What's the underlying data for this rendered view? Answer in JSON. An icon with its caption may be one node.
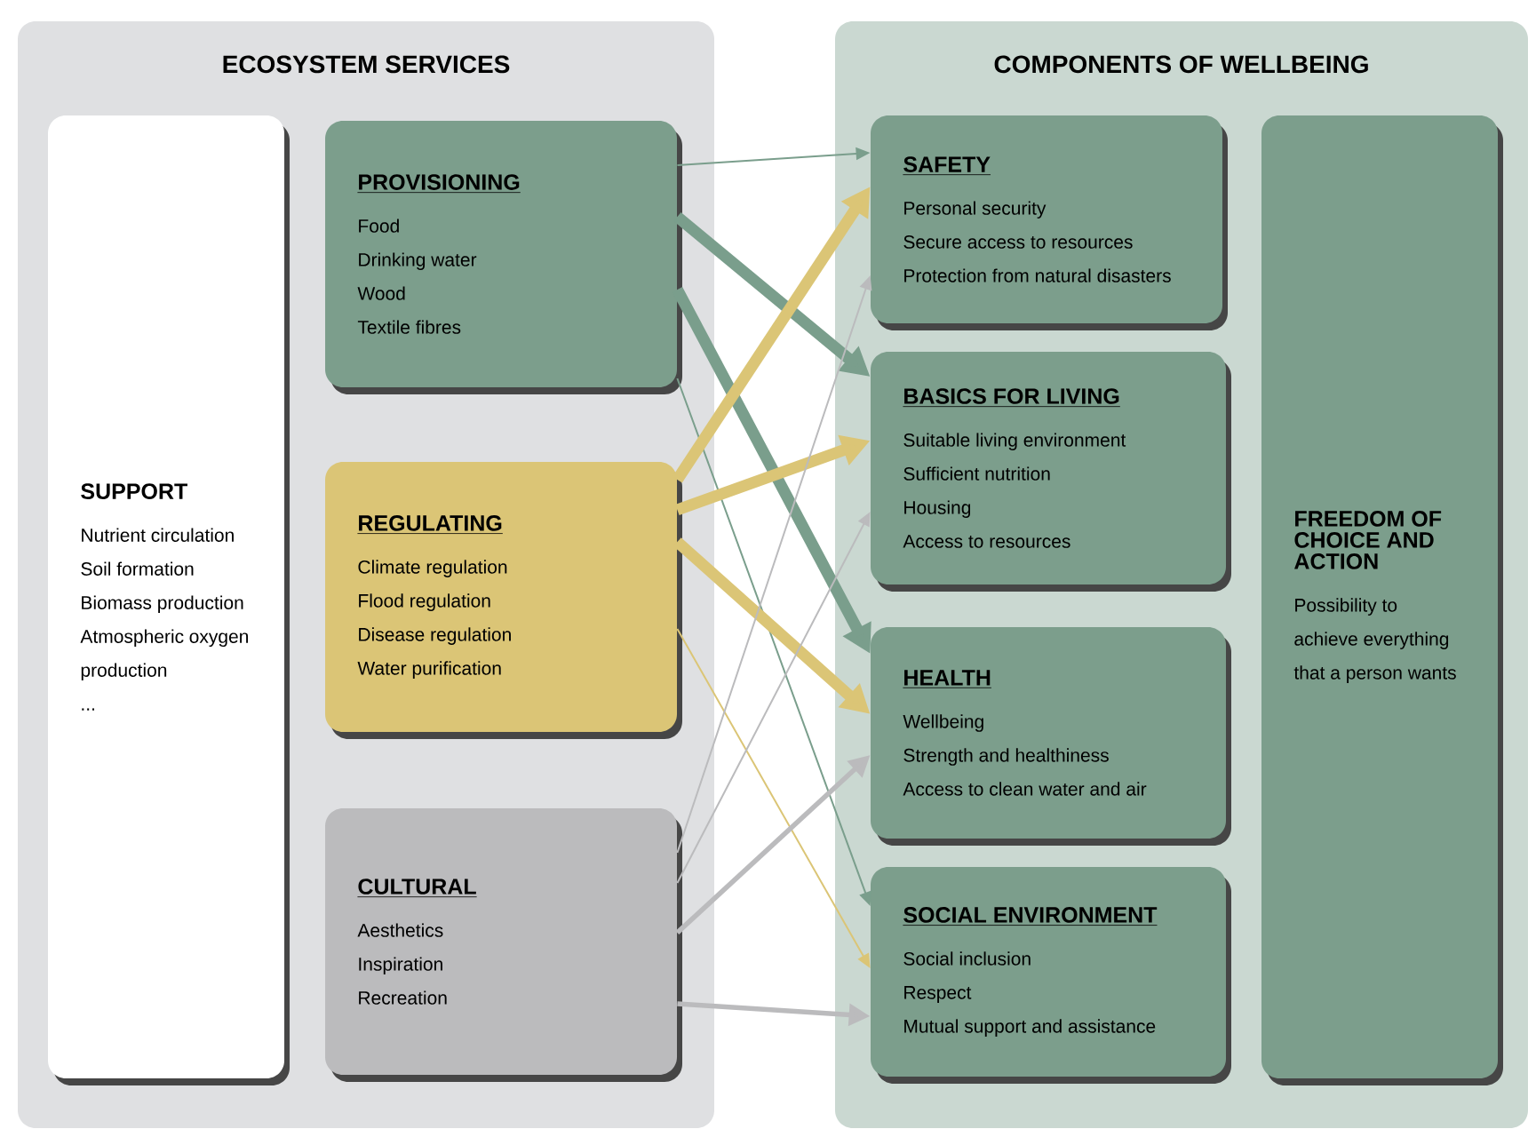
{
  "diagram": {
    "nodes": [
      {
        "text": [
          "ECOSYSTEM SERVICES"
        ]
      },
      {
        "text": [
          "SUPPORT",
          "Nutrient circulation",
          "Soil formation",
          "Biomass production",
          "Atmospheric oxygen production",
          "..."
        ],
        "in": 0
      },
      {
        "text": [
          "PROVISIONING",
          "Food",
          "Drinking water",
          "Wood",
          "Textile fibres"
        ],
        "in": 0
      },
      {
        "text": [
          "REGULATING",
          "Climate regulation",
          "Flood regulation",
          "Disease regulation",
          "Water purification"
        ],
        "in": 0
      },
      {
        "text": [
          "CULTURAL",
          "Aesthetics",
          "Inspiration",
          "Recreation"
        ],
        "in": 0
      },
      {
        "text": [
          "COMPONENTS OF WELLBEING"
        ]
      },
      {
        "text": [
          "SAFETY",
          "Personal security",
          "Secure access to resources",
          "Protection from natural disasters"
        ],
        "in": 5
      },
      {
        "text": [
          "BASICS FOR LIVING",
          "Suitable living environment",
          "Sufficient nutrition",
          "Housing",
          "Access to resources"
        ],
        "in": 5
      },
      {
        "text": [
          "HEALTH",
          "Wellbeing",
          "Strength and healthiness",
          "Access to clean water and air"
        ],
        "in": 5
      },
      {
        "text": [
          "SOCIAL ENVIRONMENT",
          "Social inclusion",
          "Respect",
          "Mutual support and assistance"
        ],
        "in": 5
      },
      {
        "text": [
          "FREEDOM OF CHOICE AND ACTION",
          "Possibility to achieve everything that a person wants"
        ],
        "in": 5
      }
    ],
    "edges": [
      {
        "from": 2,
        "to": 6,
        "arrow": "to",
        "color": "#7a9e8c"
      },
      {
        "from": 2,
        "to": 7,
        "arrow": "to",
        "style": "thick",
        "color": "#7a9e8c"
      },
      {
        "from": 2,
        "to": 8,
        "arrow": "to",
        "style": "thick",
        "color": "#7a9e8c"
      },
      {
        "from": 2,
        "to": 9,
        "arrow": "to",
        "color": "#7a9e8c"
      },
      {
        "from": 3,
        "to": 6,
        "arrow": "to",
        "style": "thick",
        "color": "#dbc576"
      },
      {
        "from": 3,
        "to": 7,
        "arrow": "to",
        "style": "thick",
        "color": "#dbc576"
      },
      {
        "from": 3,
        "to": 8,
        "arrow": "to",
        "style": "thick",
        "color": "#dbc576"
      },
      {
        "from": 3,
        "to": 9,
        "arrow": "to",
        "color": "#dbc576"
      },
      {
        "from": 4,
        "to": 6,
        "arrow": "to",
        "color": "#bbbbbd"
      },
      {
        "from": 4,
        "to": 7,
        "arrow": "to",
        "color": "#bbbbbd"
      },
      {
        "from": 4,
        "to": 8,
        "arrow": "to",
        "color": "#bbbbbd"
      },
      {
        "from": 4,
        "to": 9,
        "arrow": "to",
        "color": "#bbbbbd"
      }
    ]
  }
}
